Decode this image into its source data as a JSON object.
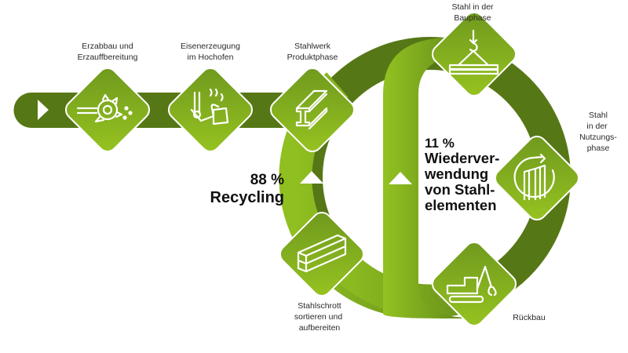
{
  "colors": {
    "dark_green": "#567716",
    "light_green": "#8dbc1f",
    "diamond_start": "#6e981e",
    "diamond_end": "#97c420"
  },
  "stages": [
    {
      "id": "erzabbau",
      "icon": "mining-wheel-icon",
      "label": [
        "Erzabbau und",
        "Erzauffbereitung"
      ]
    },
    {
      "id": "eisenerzeugung",
      "icon": "blast-furnace-icon",
      "label": [
        "Eisenerzeugung",
        "im Hochofen"
      ]
    },
    {
      "id": "stahlwerk",
      "icon": "steel-beam-icon",
      "label": [
        "Stahlwerk",
        "Produktphase"
      ]
    },
    {
      "id": "bauphase",
      "icon": "crane-hook-icon",
      "label": [
        "Stahl in der",
        "Bauphase"
      ]
    },
    {
      "id": "nutzungsphase",
      "icon": "building-cycle-icon",
      "label": [
        "Stahl",
        "in der",
        "Nutzungs-",
        "phase"
      ]
    },
    {
      "id": "rueckbau",
      "icon": "excavator-icon",
      "label": [
        "Rückbau"
      ]
    },
    {
      "id": "stahlschrott",
      "icon": "scrap-bars-icon",
      "label": [
        "Stahlschrott",
        "sortieren und",
        "aufbereiten"
      ]
    }
  ],
  "recycling": {
    "percent": "88 %",
    "label": "Recycling"
  },
  "reuse": {
    "percent": "11 %",
    "lines": [
      "Wiederver-",
      "wendung",
      "von Stahl-",
      "elementen"
    ]
  }
}
